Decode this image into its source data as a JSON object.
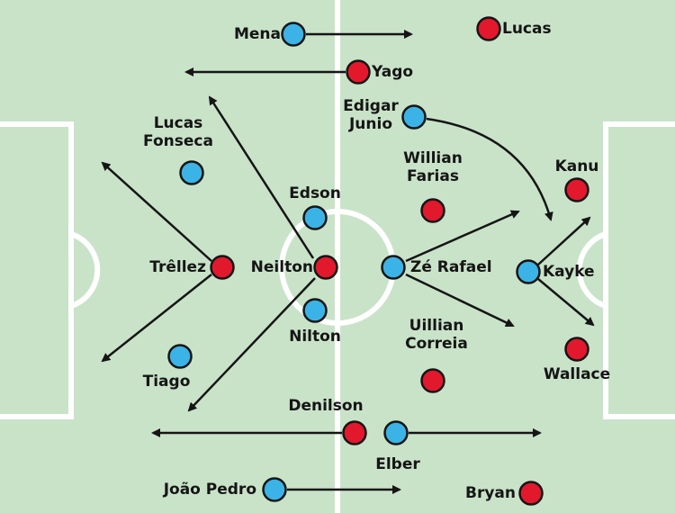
{
  "colors": {
    "pitch": "#c9e3c8",
    "lines": "#ffffff",
    "blue_team": "#3bb3e6",
    "red_team": "#e2182d",
    "outline": "#151515",
    "arrow": "#151515"
  },
  "players": [
    {
      "id": "mena",
      "team": "blue",
      "label": [
        "Mena"
      ]
    },
    {
      "id": "lucas",
      "team": "red",
      "label": [
        "Lucas"
      ]
    },
    {
      "id": "yago",
      "team": "red",
      "label": [
        "Yago"
      ]
    },
    {
      "id": "edigar-junio",
      "team": "blue",
      "label": [
        "Edigar",
        "Junio"
      ]
    },
    {
      "id": "lucas-fonseca",
      "team": "blue",
      "label": [
        "Lucas",
        "Fonseca"
      ]
    },
    {
      "id": "willian-farias",
      "team": "red",
      "label": [
        "Willian",
        "Farias"
      ]
    },
    {
      "id": "kanu",
      "team": "red",
      "label": [
        "Kanu"
      ]
    },
    {
      "id": "edson",
      "team": "blue",
      "label": [
        "Edson"
      ]
    },
    {
      "id": "trellez",
      "team": "red",
      "label": [
        "Trêllez"
      ]
    },
    {
      "id": "neilton",
      "team": "red",
      "label": [
        "Neilton"
      ]
    },
    {
      "id": "ze-rafael",
      "team": "blue",
      "label": [
        "Zé Rafael"
      ]
    },
    {
      "id": "kayke",
      "team": "blue",
      "label": [
        "Kayke"
      ]
    },
    {
      "id": "nilton",
      "team": "blue",
      "label": [
        "Nilton"
      ]
    },
    {
      "id": "uillian-correia",
      "team": "red",
      "label": [
        "Uillian",
        "Correia"
      ]
    },
    {
      "id": "wallace",
      "team": "red",
      "label": [
        "Wallace"
      ]
    },
    {
      "id": "tiago",
      "team": "blue",
      "label": [
        "Tiago"
      ]
    },
    {
      "id": "denilson",
      "team": "red",
      "label": [
        "Denilson"
      ]
    },
    {
      "id": "elber",
      "team": "blue",
      "label": [
        "Elber"
      ]
    },
    {
      "id": "joao-pedro",
      "team": "blue",
      "label": [
        "João Pedro"
      ]
    },
    {
      "id": "bryan",
      "team": "red",
      "label": [
        "Bryan"
      ]
    }
  ]
}
